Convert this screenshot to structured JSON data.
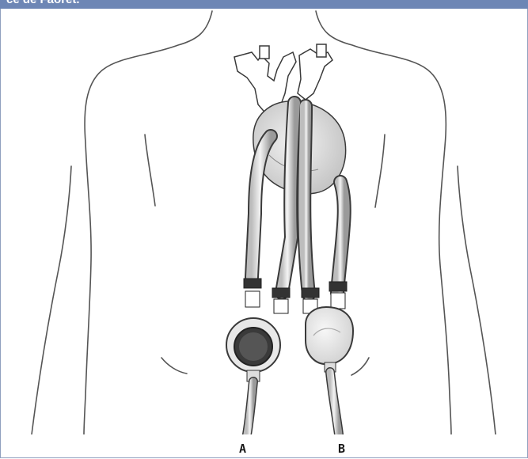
{
  "header": {
    "caption": "ce de Faoret."
  },
  "labels": {
    "pump_a": "A",
    "pump_b": "B"
  },
  "colors": {
    "header_bg": "#6d86b5",
    "line": "#4a4a4a",
    "pump_a_fill": "#3a3a3a"
  }
}
